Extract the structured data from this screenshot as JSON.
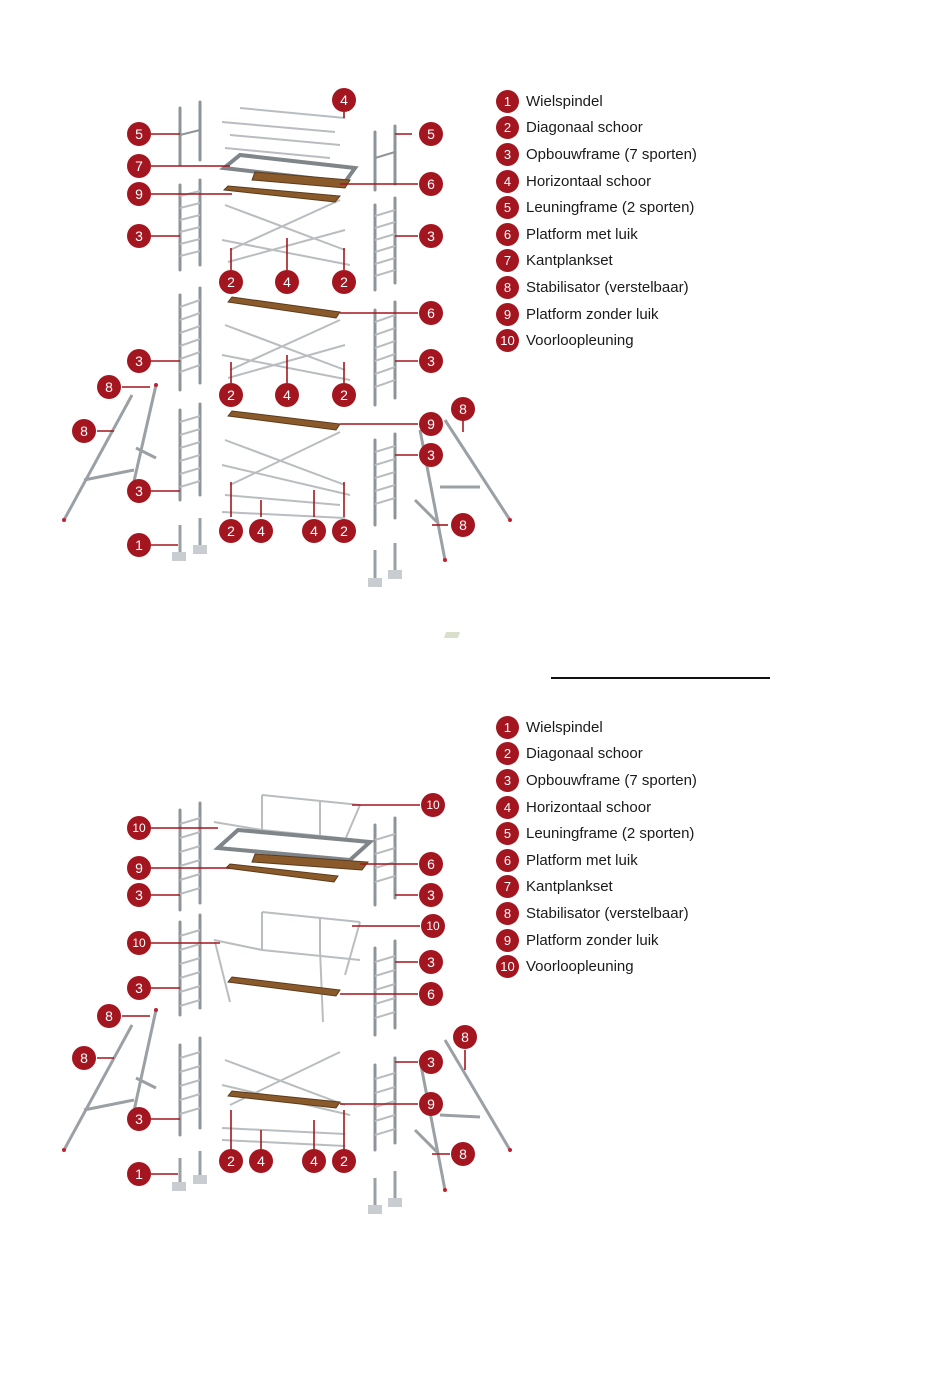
{
  "colors": {
    "accent": "#a3161f",
    "frame": "#8f9498",
    "rung": "#b9bdc0",
    "plank": "#8a5a2b",
    "plank_edge": "#5b3b1c",
    "leader": "#a3161f"
  },
  "legend_top": [
    {
      "num": "1",
      "label": "Wielspindel"
    },
    {
      "num": "2",
      "label": "Diagonaal schoor"
    },
    {
      "num": "3",
      "label": "Opbouwframe (7 sporten)"
    },
    {
      "num": "4",
      "label": "Horizontaal schoor"
    },
    {
      "num": "5",
      "label": "Leuningframe (2 sporten)"
    },
    {
      "num": "6",
      "label": "Platform met luik"
    },
    {
      "num": "7",
      "label": "Kantplankset"
    },
    {
      "num": "8",
      "label": "Stabilisator (verstelbaar)"
    },
    {
      "num": "9",
      "label": "Platform zonder luik"
    },
    {
      "num": "10",
      "label": "Voorloopleuning"
    }
  ],
  "legend_bottom": [
    {
      "num": "1",
      "label": "Wielspindel"
    },
    {
      "num": "2",
      "label": "Diagonaal schoor"
    },
    {
      "num": "3",
      "label": "Opbouwframe (7 sporten)"
    },
    {
      "num": "4",
      "label": "Horizontaal schoor"
    },
    {
      "num": "5",
      "label": "Leuningframe (2 sporten)"
    },
    {
      "num": "6",
      "label": "Platform met luik"
    },
    {
      "num": "7",
      "label": "Kantplankset"
    },
    {
      "num": "8",
      "label": "Stabilisator (verstelbaar)"
    },
    {
      "num": "9",
      "label": "Platform zonder luik"
    },
    {
      "num": "10",
      "label": "Voorloopleuning"
    }
  ],
  "callouts_top": [
    "4",
    "5",
    "5",
    "7",
    "6",
    "9",
    "3",
    "3",
    "2",
    "4",
    "2",
    "6",
    "3",
    "3",
    "2",
    "4",
    "2",
    "8",
    "8",
    "9",
    "8",
    "3",
    "8",
    "3",
    "2",
    "4",
    "4",
    "2",
    "1"
  ],
  "callouts_bottom": [
    "10",
    "10",
    "6",
    "9",
    "3",
    "3",
    "10",
    "10",
    "3",
    "6",
    "3",
    "8",
    "8",
    "8",
    "3",
    "9",
    "3",
    "8",
    "2",
    "4",
    "4",
    "2",
    "1"
  ]
}
